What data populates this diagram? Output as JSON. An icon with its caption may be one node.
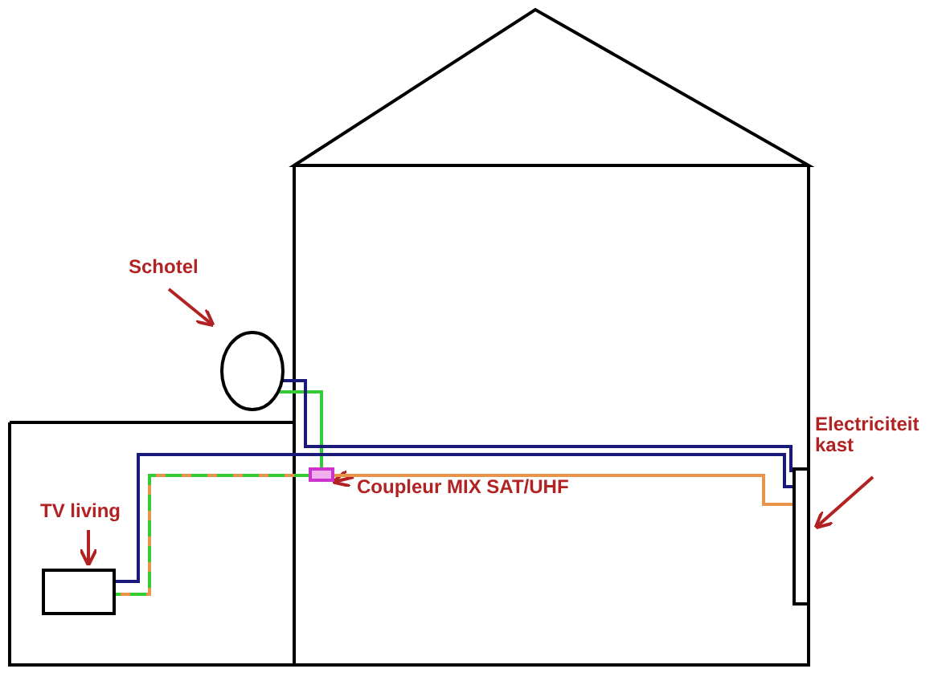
{
  "diagram": {
    "nodes": [
      {
        "text": [
          "Schotel"
        ]
      },
      {
        "text": [],
        "shape": "circle"
      },
      {
        "text": [
          "TV living"
        ]
      },
      {
        "text": [],
        "shape": "box"
      },
      {
        "text": [
          "Coupleur MIX SAT/UHF"
        ]
      },
      {
        "text": [],
        "shape": "box"
      },
      {
        "text": [
          "Electriciteit kast"
        ]
      },
      {
        "text": [],
        "shape": "box"
      }
    ],
    "edges": [
      {
        "from": 0,
        "to": 1,
        "arrow": "to",
        "color": "#b22222"
      },
      {
        "from": 2,
        "to": 3,
        "arrow": "to",
        "color": "#b22222"
      },
      {
        "from": 4,
        "to": 5,
        "arrow": "to",
        "color": "#b22222"
      },
      {
        "from": 6,
        "to": 7,
        "arrow": "to",
        "color": "#b22222"
      },
      {
        "from": 1,
        "to": 5,
        "arrow": "none",
        "color": "#33cc33"
      },
      {
        "from": 5,
        "to": 3,
        "arrow": "none",
        "color": "#33cc33",
        "style": "dashed"
      },
      {
        "from": 1,
        "to": 7,
        "arrow": "none",
        "color": "#1a1a7a"
      },
      {
        "from": 3,
        "to": 7,
        "arrow": "none",
        "color": "#1a1a7a"
      },
      {
        "from": 5,
        "to": 7,
        "arrow": "none",
        "color": "#e8944a"
      }
    ]
  }
}
